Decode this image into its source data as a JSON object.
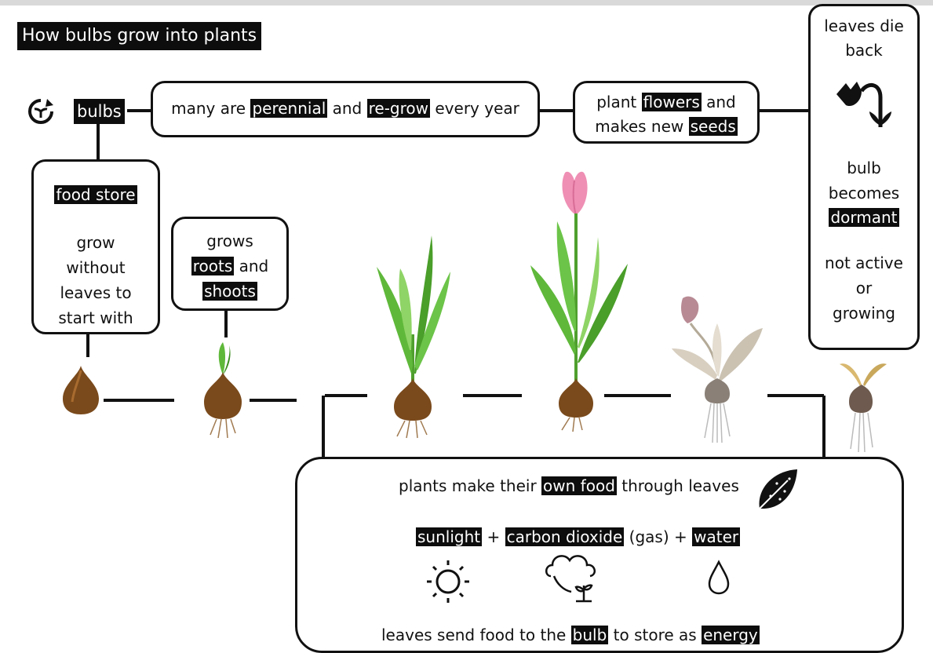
{
  "title": "How bulbs grow into plants",
  "bulbs_label": "bulbs",
  "perennial_box": {
    "pre": "many are",
    "hl1": "perennial",
    "mid": "and",
    "hl2": "re-grow",
    "post": "every year"
  },
  "flower_box": {
    "l1_pre": "plant",
    "l1_hl": "flowers",
    "l1_post": "and",
    "l2_pre": "makes new",
    "l2_hl": "seeds"
  },
  "food_store_box": {
    "hl": "food store",
    "lines": [
      "grow",
      "without",
      "leaves to",
      "start with"
    ]
  },
  "roots_box": {
    "l1": "grows",
    "l2_hl": "roots",
    "l2_post": "and",
    "l3_hl": "shoots"
  },
  "dormant_box": {
    "l1": "leaves die",
    "l2": "back",
    "l3": "bulb",
    "l4": "becomes",
    "l5_hl": "dormant",
    "l6": "not active",
    "l7": "or",
    "l8": "growing"
  },
  "photo_box": {
    "line1_pre": "plants make their",
    "line1_hl": "own food",
    "line1_post": "through leaves",
    "sunlight": "sunlight",
    "plus1": "+",
    "co2": "carbon dioxide",
    "gas": "(gas)",
    "plus2": "+",
    "water": "water",
    "line3_pre": "leaves send food to the",
    "line3_hl1": "bulb",
    "line3_mid": "to store as",
    "line3_hl2": "energy"
  },
  "colors": {
    "highlight": "#0d0d0d",
    "leaf_green": "#5fb83a",
    "bulb_brown": "#7a4a1c",
    "tulip_pink": "#ef8fb4",
    "wilted_beige": "#d8cfc0"
  },
  "icons": [
    "cycle-icon",
    "wilting-flower-icon",
    "sun-icon",
    "cloud-plant-icon",
    "water-drop-icon",
    "leaf-icon"
  ]
}
